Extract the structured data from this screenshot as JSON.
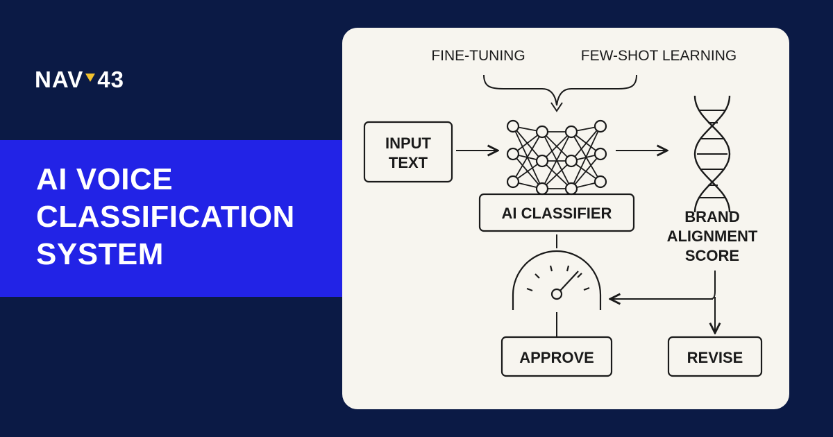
{
  "brand": {
    "logo_left": "NAV",
    "logo_right": "43",
    "logo_accent_color": "#f2c12e"
  },
  "banner": {
    "title_lines": [
      "AI VOICE",
      "CLASSIFICATION",
      "SYSTEM"
    ],
    "background_color": "#2223e6"
  },
  "page": {
    "background_color": "#0b1a45",
    "card_color": "#f7f5ef"
  },
  "diagram": {
    "top_labels": [
      "FINE-TUNING",
      "FEW-SHOT LEARNING"
    ],
    "input_lines": [
      "INPUT",
      "TEXT"
    ],
    "classifier_label": "AI CLASSIFIER",
    "score_lines": [
      "BRAND",
      "ALIGNMENT",
      "SCORE"
    ],
    "approve_label": "APPROVE",
    "revise_label": "REVISE",
    "icons": [
      "neural-network-icon",
      "dna-helix-icon",
      "gauge-icon"
    ]
  }
}
